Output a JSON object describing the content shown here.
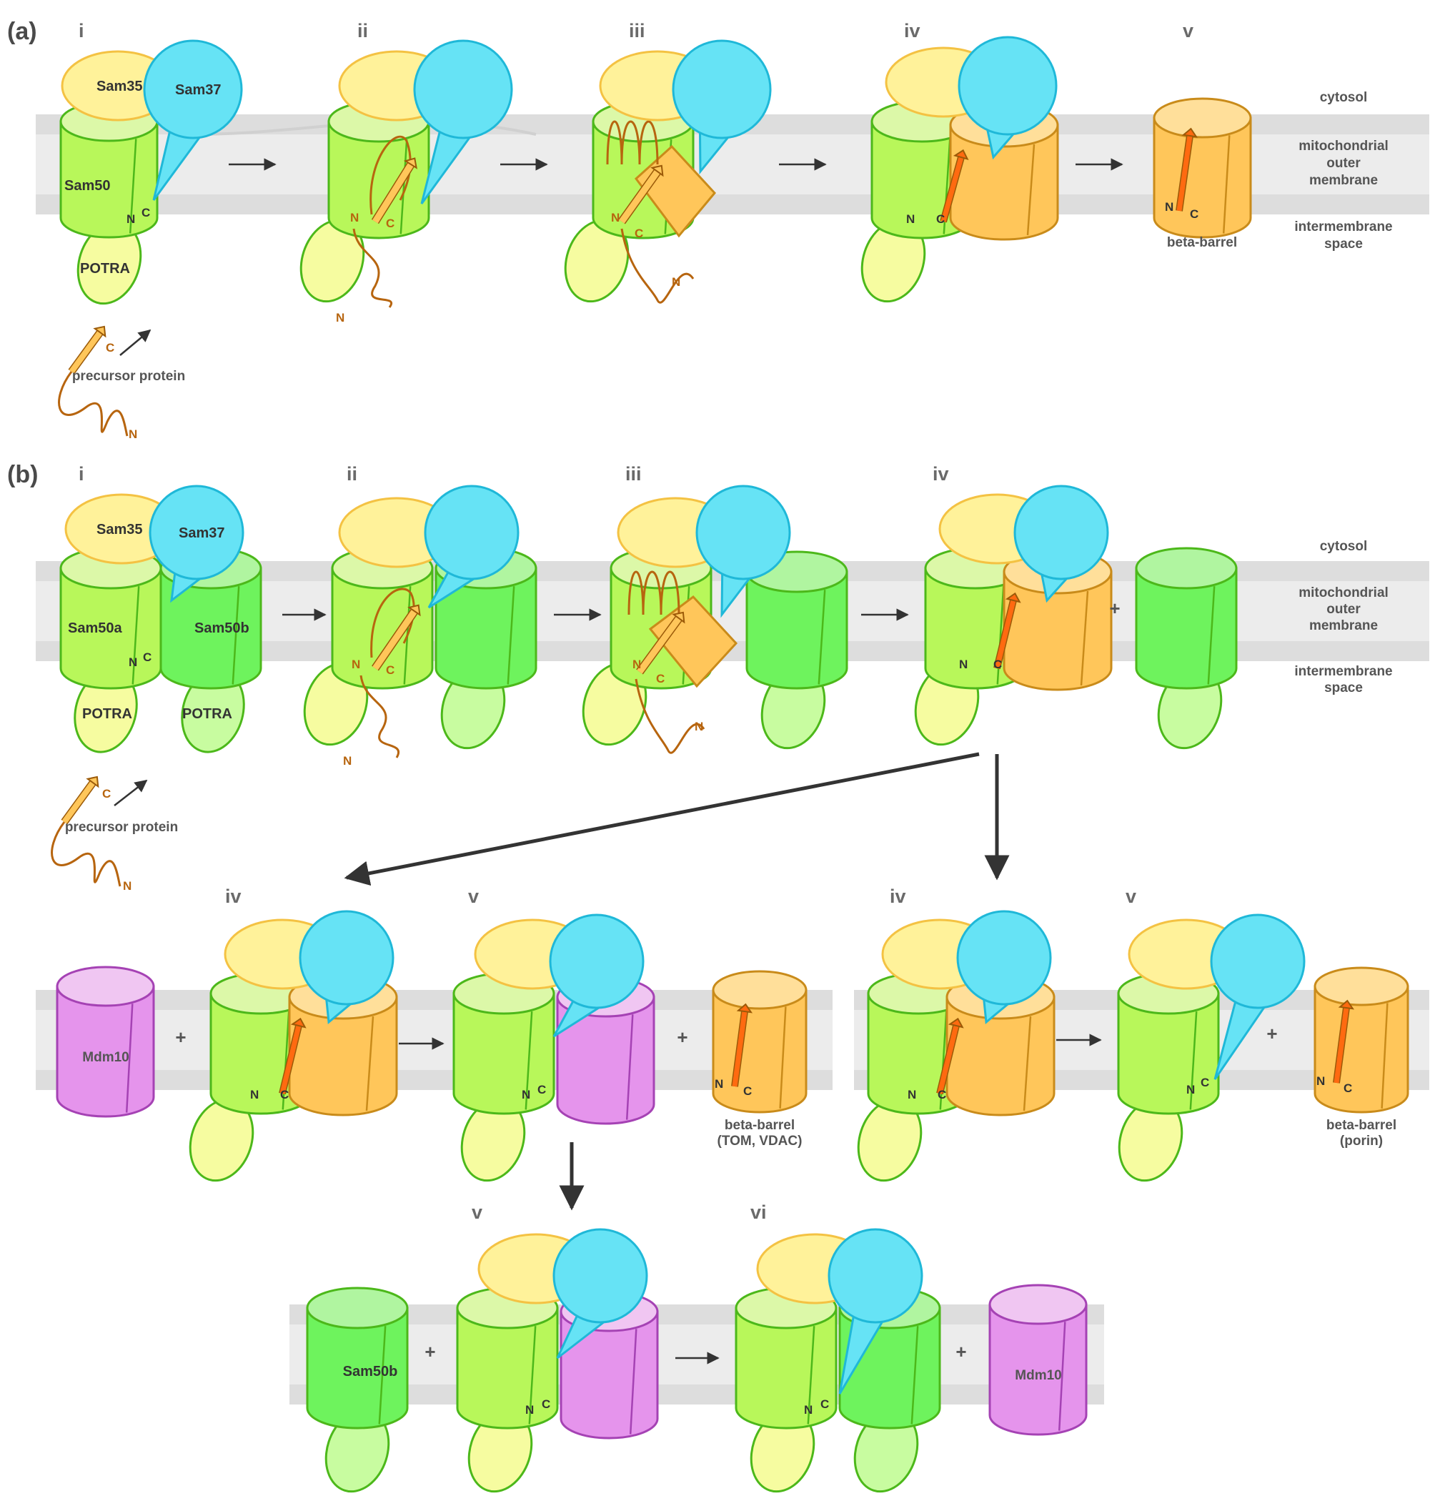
{
  "panels": {
    "a": "(a)",
    "b": "(b)"
  },
  "stages": {
    "a": [
      "i",
      "ii",
      "iii",
      "iv",
      "v"
    ],
    "b_top": [
      "i",
      "ii",
      "iii",
      "iv"
    ],
    "b_mid_left": [
      "iv",
      "v"
    ],
    "b_mid_right": [
      "iv",
      "v"
    ],
    "b_bottom": [
      "v",
      "vi"
    ]
  },
  "labels": {
    "sam35": "Sam35",
    "sam37": "Sam37",
    "sam50": "Sam50",
    "sam50a": "Sam50a",
    "sam50b": "Sam50b",
    "potra": "POTRA",
    "mdm10": "Mdm10",
    "n": "N",
    "c": "C",
    "beta_barrel": "beta-barrel",
    "tom_vdac": "(TOM, VDAC)",
    "porin": "(porin)",
    "precursor": "precursor protein",
    "plus": "+"
  },
  "compartments": {
    "cytosol": "cytosol",
    "outer_membrane": [
      "mitochondrial",
      "outer",
      "membrane"
    ],
    "intermembrane": [
      "intermembrane",
      "space"
    ]
  },
  "colors": {
    "sam35": "#fff29a",
    "sam35_stroke": "#f4c243",
    "sam37": "#66e3f5",
    "sam37_stroke": "#1fb8d8",
    "sam50": "#b8f75a",
    "sam50_top": "#dcf8a8",
    "sam50_stroke": "#4cb81a",
    "sam50b": "#6ef35d",
    "sam50b_top": "#b0f5a0",
    "potra": "#f6fca0",
    "potra_b": "#c8fca0",
    "barrel": "#ffc65a",
    "barrel_top": "#ffdf9a",
    "barrel_stroke": "#c98b1a",
    "mdm10": "#e594ec",
    "mdm10_top": "#f0c6f2",
    "mdm10_stroke": "#a542b4",
    "precursor": "#b7650f",
    "strand_red": "#ff6a10",
    "membrane_light": "#ececec",
    "membrane_dark": "#dddddd"
  }
}
